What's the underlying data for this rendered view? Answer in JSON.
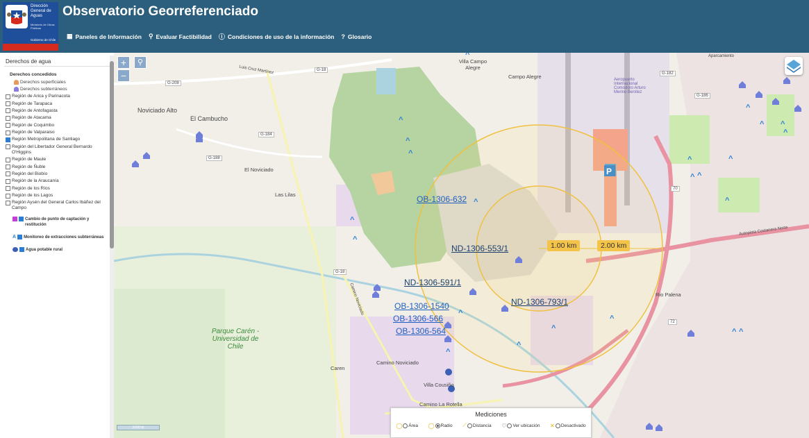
{
  "header": {
    "logo": {
      "line1": "Dirección General de Aguas",
      "line2": "Ministerio de Obras Públicas",
      "line3": "Gobierno de Chile"
    },
    "title": "Observatorio Georreferenciado",
    "nav": [
      {
        "label": "Paneles de Información",
        "icon": "table-icon"
      },
      {
        "label": "Evaluar Factibilidad",
        "icon": "search-icon"
      },
      {
        "label": "Condiciones de uso de la información",
        "icon": "info-icon"
      },
      {
        "label": "Glosario",
        "icon": "help-icon"
      }
    ]
  },
  "sidebar": {
    "title": "Derechos de agua",
    "group_title": "Derechos concedidos",
    "legend": [
      "Derechos superficiales",
      "Derechos subterráneos"
    ],
    "regions": [
      {
        "label": "Región de Arica y Parinacota",
        "checked": false
      },
      {
        "label": "Región de Tarapaca",
        "checked": false
      },
      {
        "label": "Región de Antofagasta",
        "checked": false
      },
      {
        "label": "Región de Atacama",
        "checked": false
      },
      {
        "label": "Región de Coquimbo",
        "checked": false
      },
      {
        "label": "Región de Valparaiso",
        "checked": false
      },
      {
        "label": "Región Metropolitana de Santiago",
        "checked": true
      },
      {
        "label": "Región del Libertador General Bernardo O'Higgins",
        "checked": false
      },
      {
        "label": "Región de Maule",
        "checked": false
      },
      {
        "label": "Región de Ñuble",
        "checked": false
      },
      {
        "label": "Región del Biobío",
        "checked": false
      },
      {
        "label": "Región de la Araucanía",
        "checked": false
      },
      {
        "label": "Región de los Ríos",
        "checked": false
      },
      {
        "label": "Región de los Lagos",
        "checked": false
      },
      {
        "label": "Región Aysén del General Carlos Ibáñez del Campo",
        "checked": false
      }
    ],
    "layers": [
      {
        "label": "Cambio de punto de captación y restitución",
        "checked": true
      },
      {
        "label": "Monitoreo de extracciones subterráneas",
        "checked": true,
        "prefix": "A"
      },
      {
        "label": "Agua potable rural",
        "checked": true
      }
    ]
  },
  "map": {
    "zoom_in": "+",
    "zoom_out": "−",
    "scale_text": "1000 m",
    "well_labels": [
      {
        "text": "OB-1306-632",
        "style": "link"
      },
      {
        "text": "ND-1306-553/1",
        "style": "plain"
      },
      {
        "text": "ND-1306-591/1",
        "style": "plain"
      },
      {
        "text": "ND-1306-793/1",
        "style": "plain"
      },
      {
        "text": "OB-1306-1540",
        "style": "link"
      },
      {
        "text": "OB-1306-566",
        "style": "link"
      },
      {
        "text": "OB-1306-564",
        "style": "link"
      }
    ],
    "distances": [
      "1.00 km",
      "2.00 km"
    ],
    "places": [
      "Noviciado Alto",
      "El Cambucho",
      "El Noviciado",
      "Las Lilas",
      "Villa Campo Alegre",
      "Campo Alegre",
      "Camino Noviciado",
      "Caren",
      "Villa Cousiño",
      "Camino La Rotella",
      "Rio Palena",
      "Aeropuerto Internacional Comodoro Arturo Merino Benítez",
      "Aparcamiento"
    ],
    "park_label": "Parque Carén - Universidad de Chile",
    "roads": [
      "G-18",
      "G-208",
      "G-184",
      "G-188",
      "G-18",
      "G-182",
      "G-186",
      "70",
      "72"
    ],
    "road_names": [
      "Luis Cruz Martínez",
      "Camino Noviciado",
      "Autopista Costanera Norte"
    ]
  },
  "mediciones": {
    "title": "Mediciones",
    "options": [
      {
        "label": "Área",
        "selected": false
      },
      {
        "label": "Radio",
        "selected": true
      },
      {
        "label": "Distancia",
        "selected": false
      },
      {
        "label": "Ver ubicación",
        "selected": false
      },
      {
        "label": "Desactivado",
        "selected": false
      }
    ]
  }
}
